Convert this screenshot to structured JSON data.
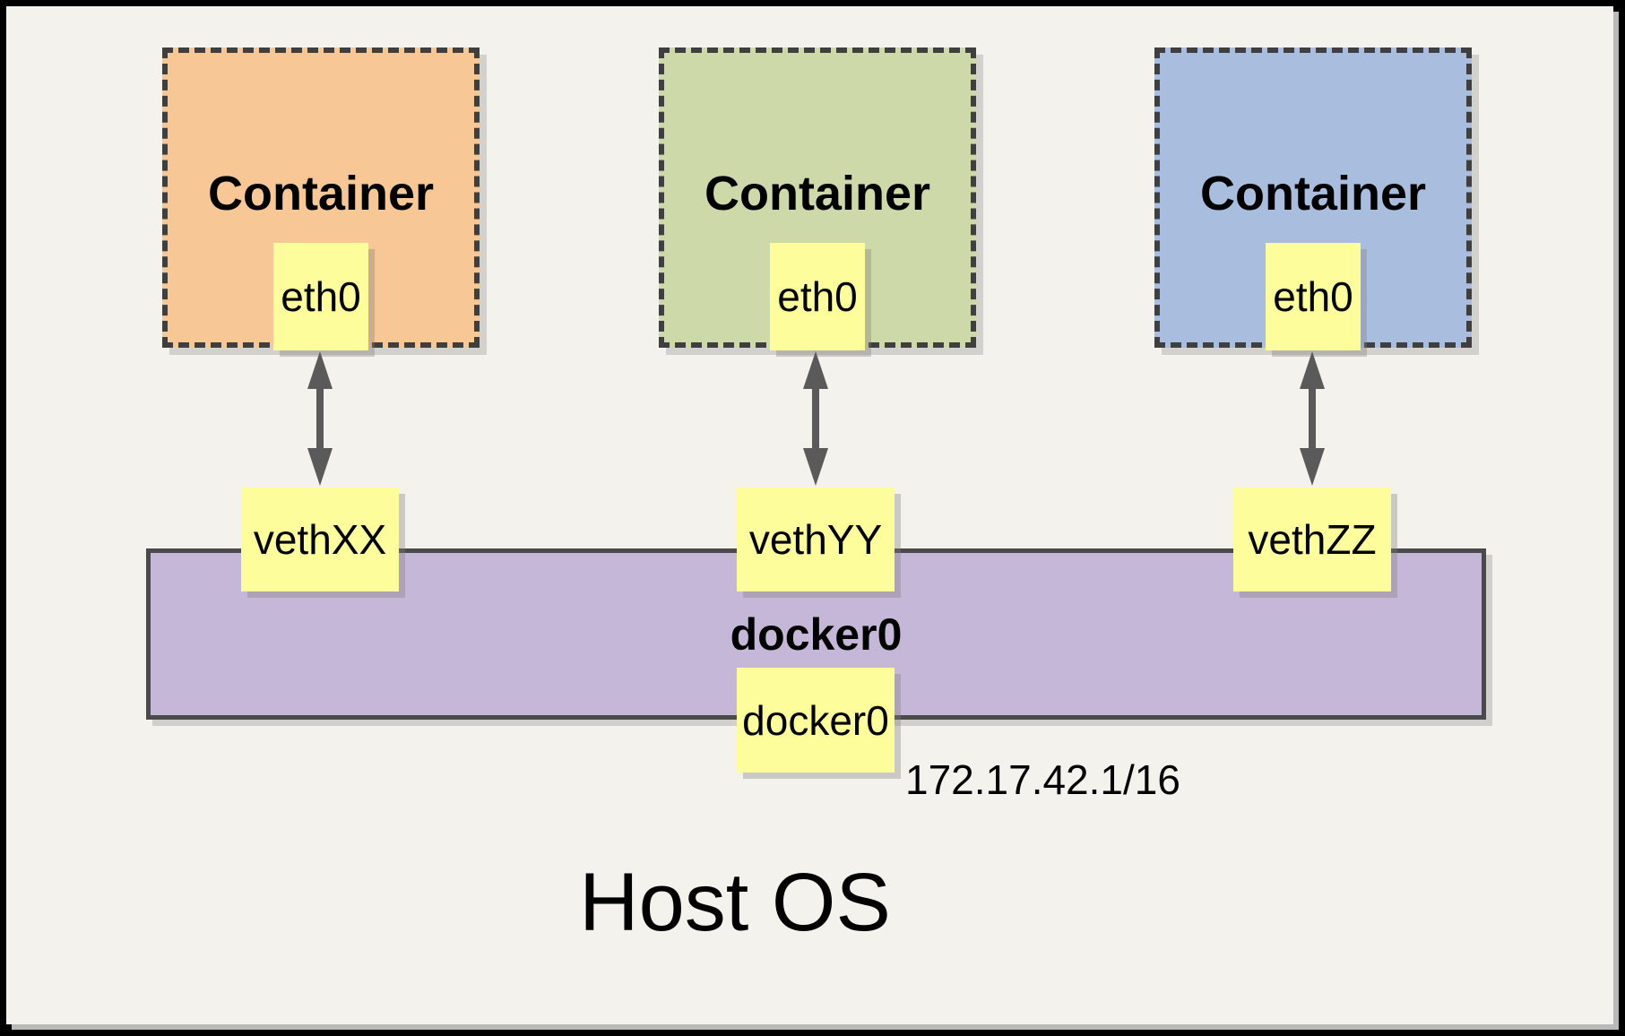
{
  "diagram": {
    "host": {
      "label": "Host OS"
    },
    "containers": [
      {
        "label": "Container",
        "interface": "eth0",
        "veth": "vethXX",
        "fill": "#F7C795"
      },
      {
        "label": "Container",
        "interface": "eth0",
        "veth": "vethYY",
        "fill": "#CDD9A8"
      },
      {
        "label": "Container",
        "interface": "eth0",
        "veth": "vethZZ",
        "fill": "#A9BEDE"
      }
    ],
    "bridge": {
      "label": "docker0",
      "interface_label": "docker0",
      "ip": "172.17.42.1/16",
      "fill": "#C5B7D8"
    },
    "colors": {
      "background": "#F4F2EC",
      "frame": "#000000",
      "frame_shadow": "#B9B9B9",
      "note_fill": "#FDFD9C",
      "dash_border": "#3F3F3F",
      "bar_border": "#4A4A4A",
      "arrow": "#5A5A5A",
      "text": "#000000"
    }
  }
}
